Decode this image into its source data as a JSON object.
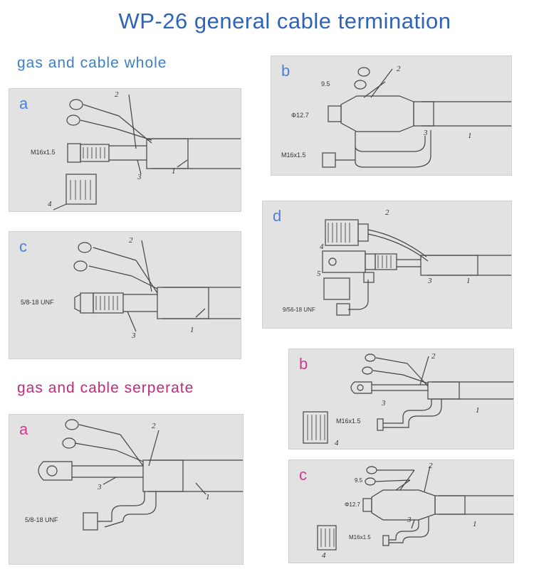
{
  "title": "WP-26 general cable termination",
  "sections": {
    "whole": "gas and cable whole",
    "separate": "gas and cable serperate"
  },
  "panels": {
    "whole_a": {
      "label": "a",
      "dims": [
        "M16x1.5"
      ],
      "callouts": [
        "2",
        "3",
        "1",
        "4"
      ]
    },
    "whole_b": {
      "label": "b",
      "dims": [
        "9.5",
        "Φ12.7",
        "M16x1.5"
      ],
      "callouts": [
        "2",
        "3",
        "1"
      ]
    },
    "whole_c": {
      "label": "c",
      "dims": [
        "5/8-18 UNF"
      ],
      "callouts": [
        "2",
        "3",
        "1"
      ]
    },
    "whole_d": {
      "label": "d",
      "dims": [
        "9/56-18 UNF"
      ],
      "callouts": [
        "2",
        "4",
        "5",
        "3",
        "1"
      ]
    },
    "sep_a": {
      "label": "a",
      "dims": [
        "5/8-18 UNF"
      ],
      "callouts": [
        "2",
        "3",
        "1"
      ]
    },
    "sep_b": {
      "label": "b",
      "dims": [
        "M16x1.5"
      ],
      "callouts": [
        "2",
        "3",
        "1",
        "4"
      ]
    },
    "sep_c": {
      "label": "c",
      "dims": [
        "9.5",
        "Φ12.7",
        "M16x1.5"
      ],
      "callouts": [
        "2",
        "3",
        "1",
        "4"
      ]
    }
  },
  "colors": {
    "title": "#2f63b8",
    "section_whole": "#3f7fc1",
    "section_separate": "#c4297d",
    "label_blue": "#4f7fd6",
    "label_pink": "#d23a8a"
  }
}
